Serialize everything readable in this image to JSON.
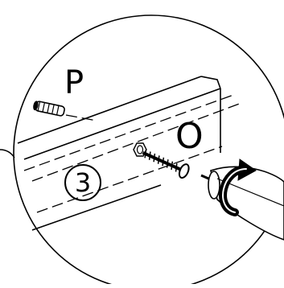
{
  "diagram": {
    "labels": {
      "part_p": "P",
      "part_o": "O",
      "step_number": "3"
    },
    "colors": {
      "stroke": "#000000",
      "background": "#ffffff"
    },
    "icons": [
      "wall-plug-icon",
      "screw-icon",
      "screwdriver-icon",
      "rotation-arrow-icon"
    ]
  }
}
